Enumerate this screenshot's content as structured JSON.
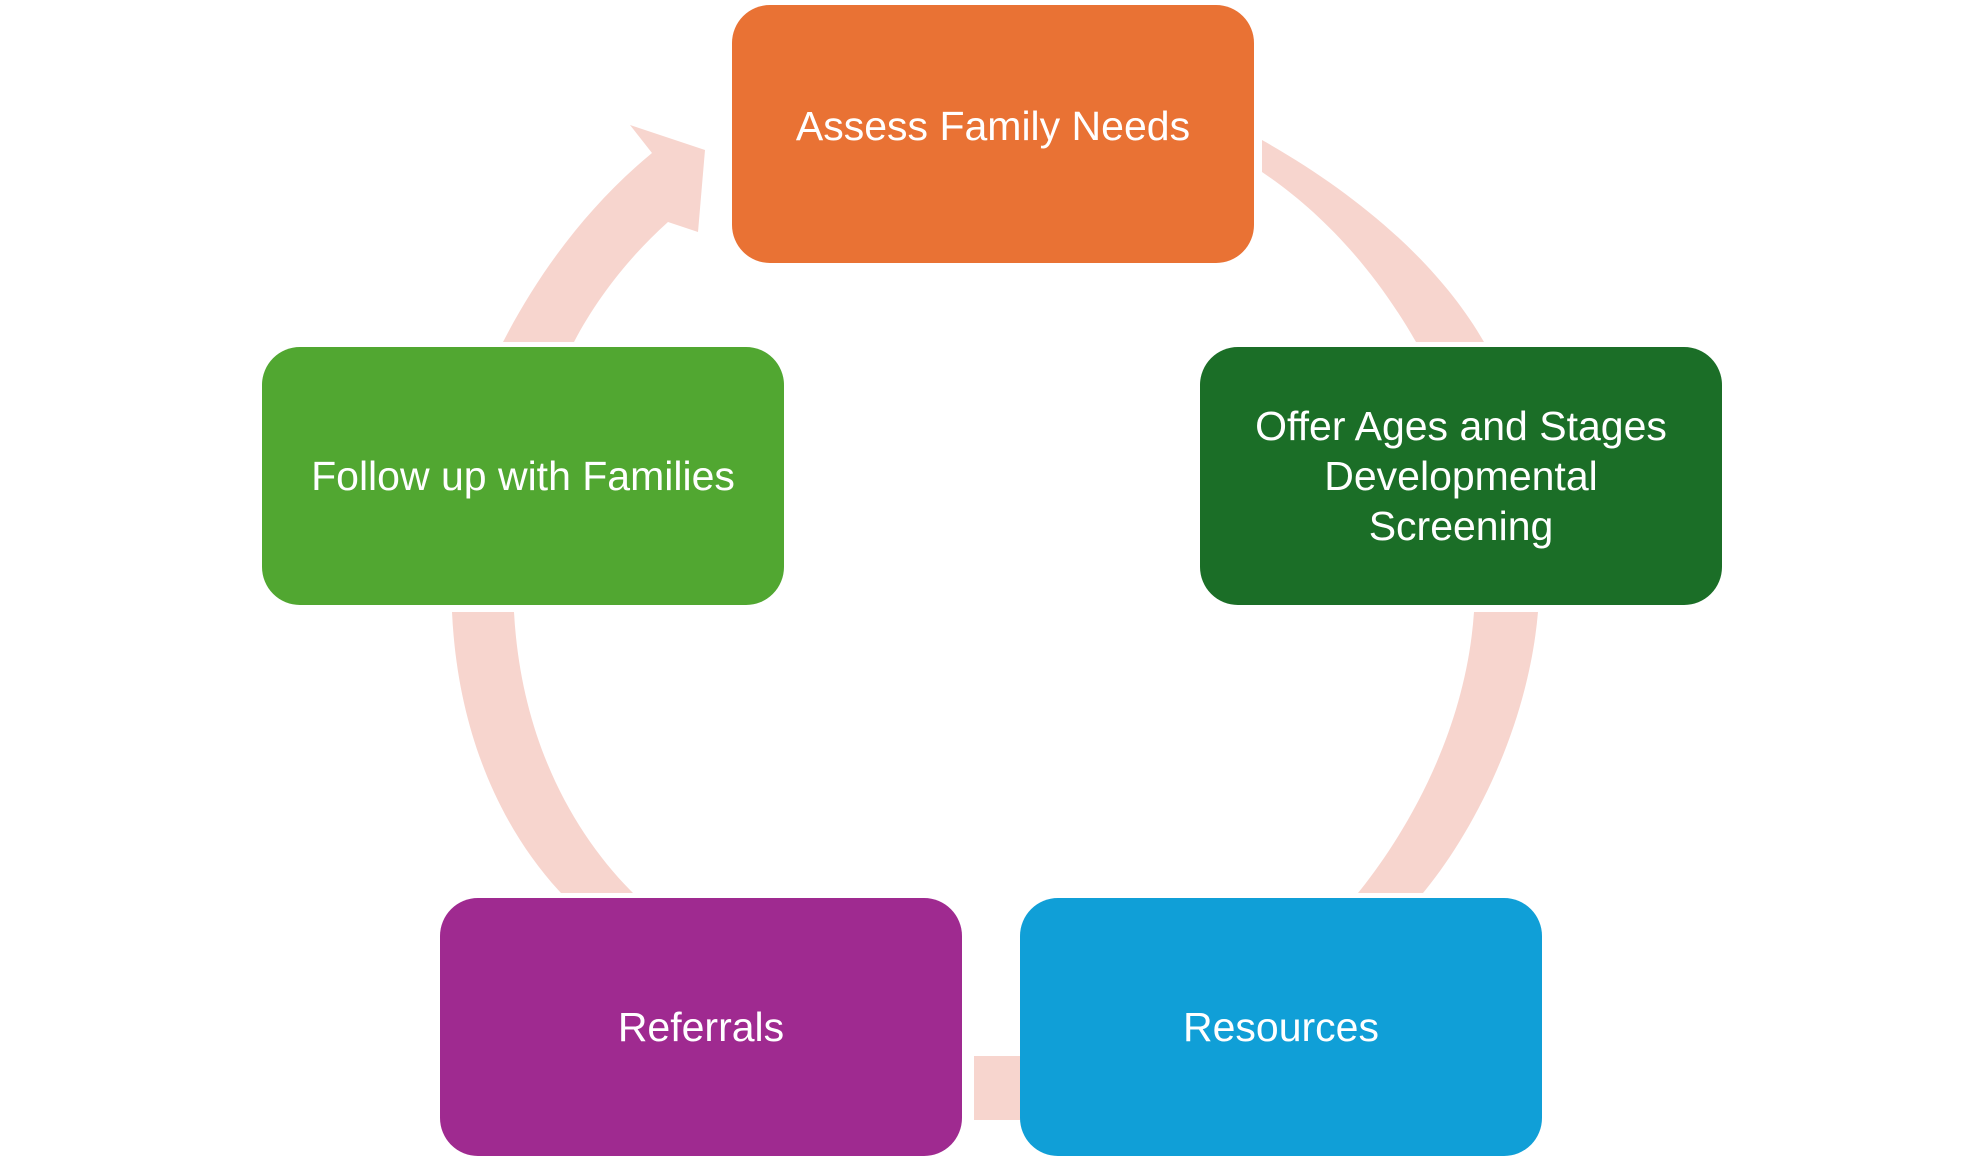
{
  "diagram": {
    "type": "cycle",
    "connector_color": "#f7d5ce",
    "nodes": [
      {
        "id": "assess",
        "label": "Assess Family Needs",
        "color": "#e97234"
      },
      {
        "id": "offer",
        "label": "Offer Ages and Stages\nDevelopmental\nScreening",
        "color": "#1b6e27"
      },
      {
        "id": "resources",
        "label": "Resources",
        "color": "#109fd7"
      },
      {
        "id": "referrals",
        "label": "Referrals",
        "color": "#9f2a90"
      },
      {
        "id": "follow",
        "label": "Follow up with Families",
        "color": "#51a731"
      }
    ],
    "edges": [
      {
        "from": "assess",
        "to": "offer"
      },
      {
        "from": "offer",
        "to": "resources"
      },
      {
        "from": "resources",
        "to": "referrals"
      },
      {
        "from": "referrals",
        "to": "follow"
      },
      {
        "from": "follow",
        "to": "assess"
      }
    ]
  }
}
